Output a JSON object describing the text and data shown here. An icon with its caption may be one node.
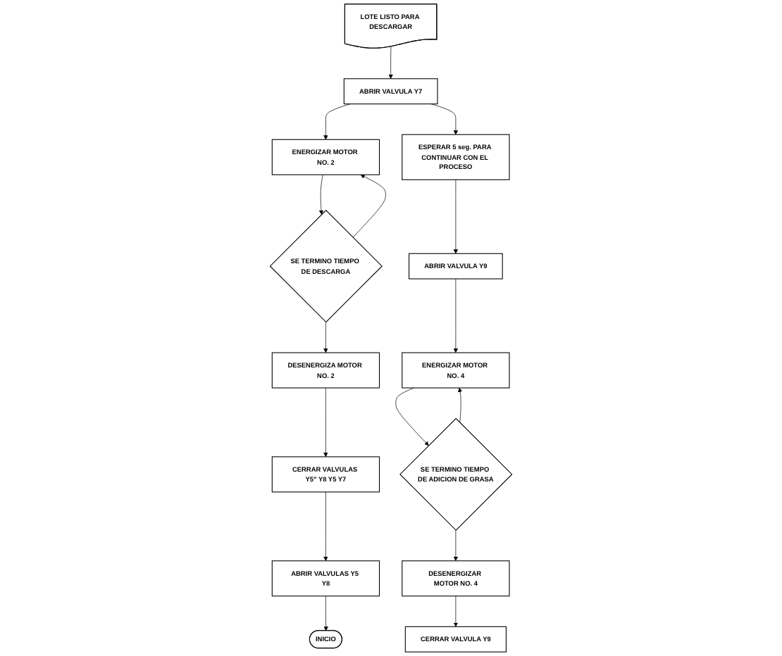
{
  "diagram": {
    "nodes": [
      {
        "text": [
          "LOTE LISTO PARA DESCARGAR"
        ]
      },
      {
        "text": [
          "ABRIR VALVULA Y7"
        ]
      },
      {
        "text": [
          "ENERGIZAR MOTOR NO. 2"
        ]
      },
      {
        "text": [
          "SE TERMINO TIEMPO DE DESCARGA"
        ]
      },
      {
        "text": [
          "DESENERGIZA MOTOR NO. 2"
        ]
      },
      {
        "text": [
          "CERRAR VALVULAS Y5\" Y8 Y5 Y7"
        ]
      },
      {
        "text": [
          "ABRIR VALVULAS Y5 Y8"
        ]
      },
      {
        "text": [
          "INICIO"
        ]
      },
      {
        "text": [
          "ESPERAR 5 seg. PARA CONTINUAR CON EL PROCESO"
        ]
      },
      {
        "text": [
          "ABRIR VALVULA Y9"
        ]
      },
      {
        "text": [
          "ENERGIZAR MOTOR NO. 4"
        ]
      },
      {
        "text": [
          "SE TERMINO TIEMPO DE ADICION DE GRASA"
        ]
      },
      {
        "text": [
          "DESENERGIZAR MOTOR NO. 4"
        ]
      },
      {
        "text": [
          "CERRAR VALVULA Y9"
        ]
      }
    ],
    "edges": [
      {
        "from": 0,
        "to": 1,
        "arrow": "to"
      },
      {
        "from": 1,
        "to": 2,
        "arrow": "to"
      },
      {
        "from": 2,
        "to": 3,
        "arrow": "to"
      },
      {
        "from": 3,
        "to": 2,
        "arrow": "to"
      },
      {
        "from": 3,
        "to": 4,
        "arrow": "to"
      },
      {
        "from": 4,
        "to": 5,
        "arrow": "to"
      },
      {
        "from": 5,
        "to": 6,
        "arrow": "to"
      },
      {
        "from": 6,
        "to": 7,
        "arrow": "to"
      },
      {
        "from": 1,
        "to": 8,
        "arrow": "to"
      },
      {
        "from": 8,
        "to": 9,
        "arrow": "to"
      },
      {
        "from": 9,
        "to": 10,
        "arrow": "to"
      },
      {
        "from": 10,
        "to": 11,
        "arrow": "to"
      },
      {
        "from": 11,
        "to": 10,
        "arrow": "to"
      },
      {
        "from": 11,
        "to": 12,
        "arrow": "to"
      },
      {
        "from": 12,
        "to": 13,
        "arrow": "to"
      }
    ]
  }
}
